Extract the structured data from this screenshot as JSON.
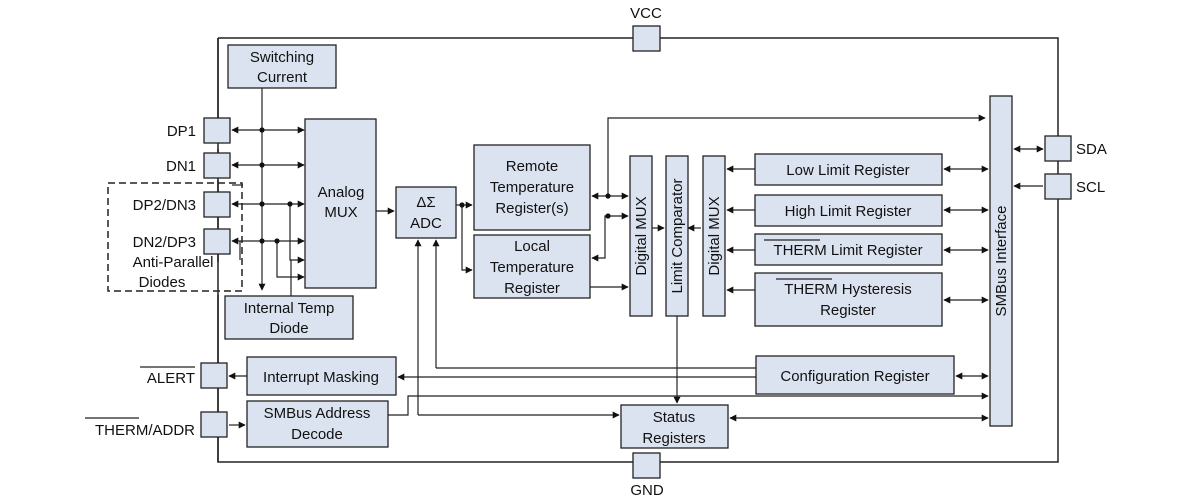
{
  "pins": {
    "vcc": "VCC",
    "gnd": "GND",
    "dp1": "DP1",
    "dn1": "DN1",
    "dp2dn3": "DP2/DN3",
    "dn2dp3": "DN2/DP3",
    "anti_parallel_1": "Anti-Parallel",
    "anti_parallel_2": "Diodes",
    "alert": "ALERT",
    "therm_addr": "THERM/ADDR",
    "sda": "SDA",
    "scl": "SCL"
  },
  "blocks": {
    "switching_current": [
      "Switching",
      "Current"
    ],
    "analog_mux": [
      "Analog",
      "MUX"
    ],
    "internal_temp_diode": [
      "Internal Temp",
      "Diode"
    ],
    "adc_symbol": "ΔΣ",
    "adc": "ADC",
    "remote_temp_register": [
      "Remote",
      "Temperature",
      "Register(s)"
    ],
    "local_temp_register": [
      "Local",
      "Temperature",
      "Register"
    ],
    "digital_mux_left": "Digital MUX",
    "limit_comparator": "Limit Comparator",
    "digital_mux_right": "Digital MUX",
    "low_limit_register": "Low Limit Register",
    "high_limit_register": "High Limit Register",
    "therm_limit_overbar": "THERM",
    "therm_limit_rest": " Limit Register",
    "therm_hyst_overbar": "THERM",
    "therm_hyst_rest": " Hysteresis",
    "therm_hyst_line2": "Register",
    "smbus_interface": "SMBus Interface",
    "configuration_register": "Configuration Register",
    "interrupt_masking": "Interrupt Masking",
    "smbus_address_decode": [
      "SMBus Address",
      "Decode"
    ],
    "status_registers": [
      "Status",
      "Registers"
    ]
  }
}
